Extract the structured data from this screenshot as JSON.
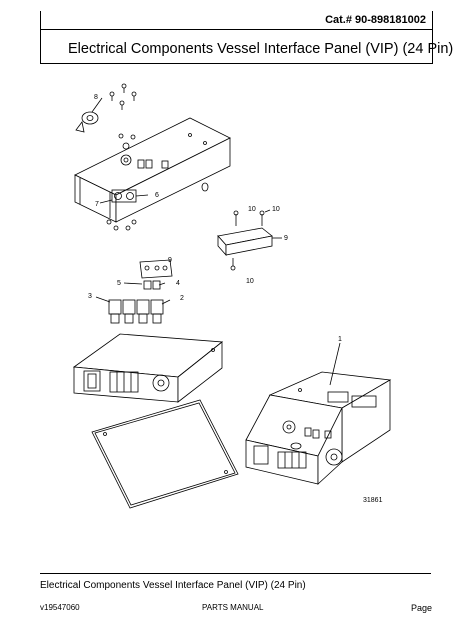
{
  "header": {
    "catalog": "Cat.# 90-898181002",
    "title": "Electrical Components Vessel Interface Panel (VIP) (24 Pin)"
  },
  "diagram": {
    "callouts": [
      "8",
      "7",
      "6",
      "10",
      "10",
      "9",
      "10",
      "9",
      "5",
      "4",
      "3",
      "2",
      "1"
    ],
    "figure_number": "31861"
  },
  "footer": {
    "title": "Electrical Components Vessel Interface Panel (VIP) (24 Pin)",
    "doc_number": "v19547060",
    "manual": "PARTS MANUAL",
    "page_label": "Page"
  }
}
